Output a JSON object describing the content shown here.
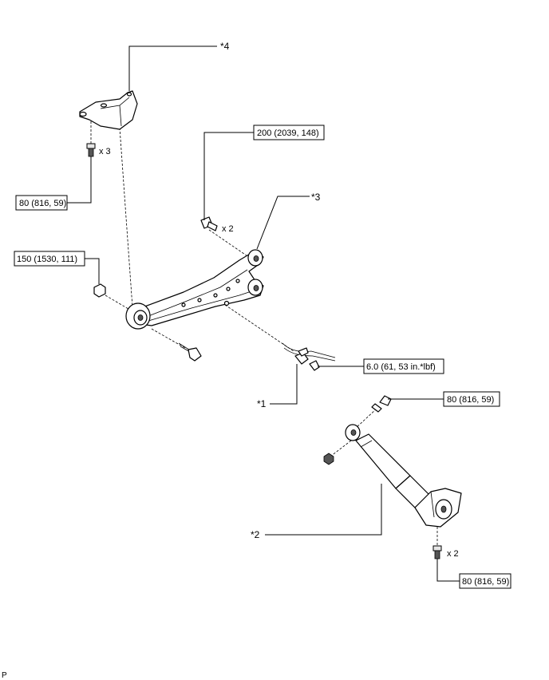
{
  "callouts": {
    "c1": "*1",
    "c2": "*2",
    "c3": "*3",
    "c4": "*4"
  },
  "torque": {
    "t_bracket_bolts": "80 (816, 59)",
    "t_arm_inner_bolts": "200 (2039, 148)",
    "t_arm_nut": "150 (1530, 111)",
    "t_sensor_bolt": "6.0 (61, 53 in.*lbf)",
    "t_shock_upper": "80 (816, 59)",
    "t_shock_lower": "80 (816, 59)"
  },
  "quantities": {
    "q_bracket": "x 3",
    "q_arm": "x 2",
    "q_shock_lower": "x 2"
  },
  "footer": {
    "code": "P"
  }
}
